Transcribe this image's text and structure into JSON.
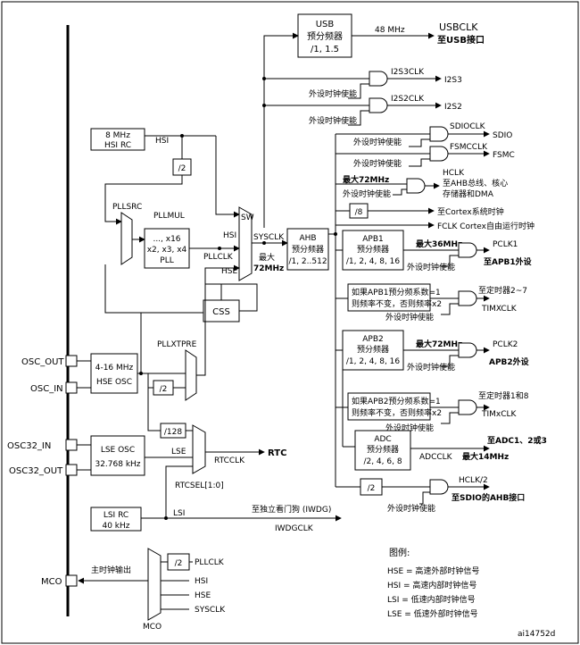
{
  "usb_prescaler": {
    "title": "USB",
    "subtitle": "预分频器",
    "ratio": "/1, 1.5"
  },
  "usb_out": {
    "freq": "48 MHz",
    "clk": "USBCLK",
    "dest": "至USB接口"
  },
  "i2s3": {
    "clk": "I2S3CLK",
    "dest": "I2S3",
    "enable": "外设时钟使能"
  },
  "i2s2": {
    "clk": "I2S2CLK",
    "dest": "I2S2",
    "enable": "外设时钟使能"
  },
  "sdio": {
    "clk": "SDIOCLK",
    "dest": "SDIO",
    "enable": "外设时钟使能"
  },
  "fsmc": {
    "clk": "FSMCCLK",
    "dest": "FSMC",
    "enable": "外设时钟使能"
  },
  "hclk": {
    "label": "HCLK",
    "line1": "至AHB总线、核心",
    "line2": "存储器和DMA",
    "max": "最大72MHz",
    "enable": "外设时钟使能"
  },
  "cortex": {
    "div": "/8",
    "dest": "至Cortex系统时钟"
  },
  "fclk": {
    "dest": "FCLK Cortex自由运行时钟"
  },
  "hsi_rc": {
    "line1": "8 MHz",
    "line2": "HSI RC",
    "label": "HSI"
  },
  "hsi_div2": "/2",
  "pllsrc": "PLLSRC",
  "pllmul": {
    "title": "PLLMUL",
    "l1": "..., x16",
    "l2": "x2, x3, x4",
    "l3": "PLL"
  },
  "sw": {
    "label": "SW",
    "hsi": "HSI",
    "pllclk": "PLLCLK",
    "hse": "HSE",
    "sysclk": "SYSCLK",
    "max1": "最大",
    "max2": "72MHz"
  },
  "ahb": {
    "title": "AHB",
    "subtitle": "预分频器",
    "ratio": "/1, 2..512"
  },
  "apb1": {
    "title": "APB1",
    "subtitle": "预分频器",
    "ratio": "/1, 2, 4, 8, 16",
    "max": "最大36MHz",
    "pclk": "PCLK1",
    "dest": "至APB1外设",
    "enable": "外设时钟使能"
  },
  "tim1": {
    "note1": "如果APB1预分频系数=1",
    "note2": "则频率不变，否则频率x2",
    "dest": "至定时器2~7",
    "clk": "TIMXCLK",
    "enable": "外设时钟使能"
  },
  "apb2": {
    "title": "APB2",
    "subtitle": "预分频器",
    "ratio": "/1, 2, 4, 8, 16",
    "max": "最大72MHz",
    "pclk": "PCLK2",
    "dest": "APB2外设",
    "enable": "外设时钟使能"
  },
  "tim2": {
    "note1": "如果APB2预分频系数=1",
    "note2": "则频率不变，否则频率x2",
    "dest": "至定时器1和8",
    "clk": "TIMxCLK",
    "enable": "外设时钟使能"
  },
  "adc": {
    "title": "ADC",
    "subtitle": "预分频器",
    "ratio": "/2, 4, 6, 8",
    "clk": "ADCCLK",
    "max": "最大14MHz",
    "dest": "至ADC1、2或3"
  },
  "sdio_ahb": {
    "div": "/2",
    "clk": "HCLK/2",
    "dest": "至SDIO的AHB接口",
    "enable": "外设时钟使能"
  },
  "css": "CSS",
  "pllxtpre": "PLLXTPRE",
  "osc_out": "OSC_OUT",
  "osc_in": "OSC_IN",
  "hse_osc": {
    "line1": "4-16 MHz",
    "line2": "HSE OSC"
  },
  "hse_div2": "/2",
  "div128": "/128",
  "osc32_in": "OSC32_IN",
  "osc32_out": "OSC32_OUT",
  "lse_osc": {
    "line1": "LSE OSC",
    "line2": "32.768 kHz",
    "label": "LSE"
  },
  "rtcclk": "RTCCLK",
  "rtc": "RTC",
  "rtcsel": "RTCSEL[1:0]",
  "lsi_rc": {
    "line1": "LSI RC",
    "line2": "40 kHz",
    "label": "LSI"
  },
  "iwdg": {
    "dest": "至独立看门狗 (IWDG)",
    "clk": "IWDGCLK"
  },
  "mco": {
    "pin": "MCO",
    "label": "主时钟输出",
    "mux": "MCO",
    "div": "/2",
    "in1": "PLLCLK",
    "in2": "HSI",
    "in3": "HSE",
    "in4": "SYSCLK"
  },
  "legend": {
    "title": "图例:",
    "items": [
      "HSE = 高速外部时钟信号",
      "HSI = 高速内部时钟信号",
      "LSI = 低速内部时钟信号",
      "LSE = 低速外部时钟信号"
    ]
  },
  "figure_id": "ai14752d"
}
